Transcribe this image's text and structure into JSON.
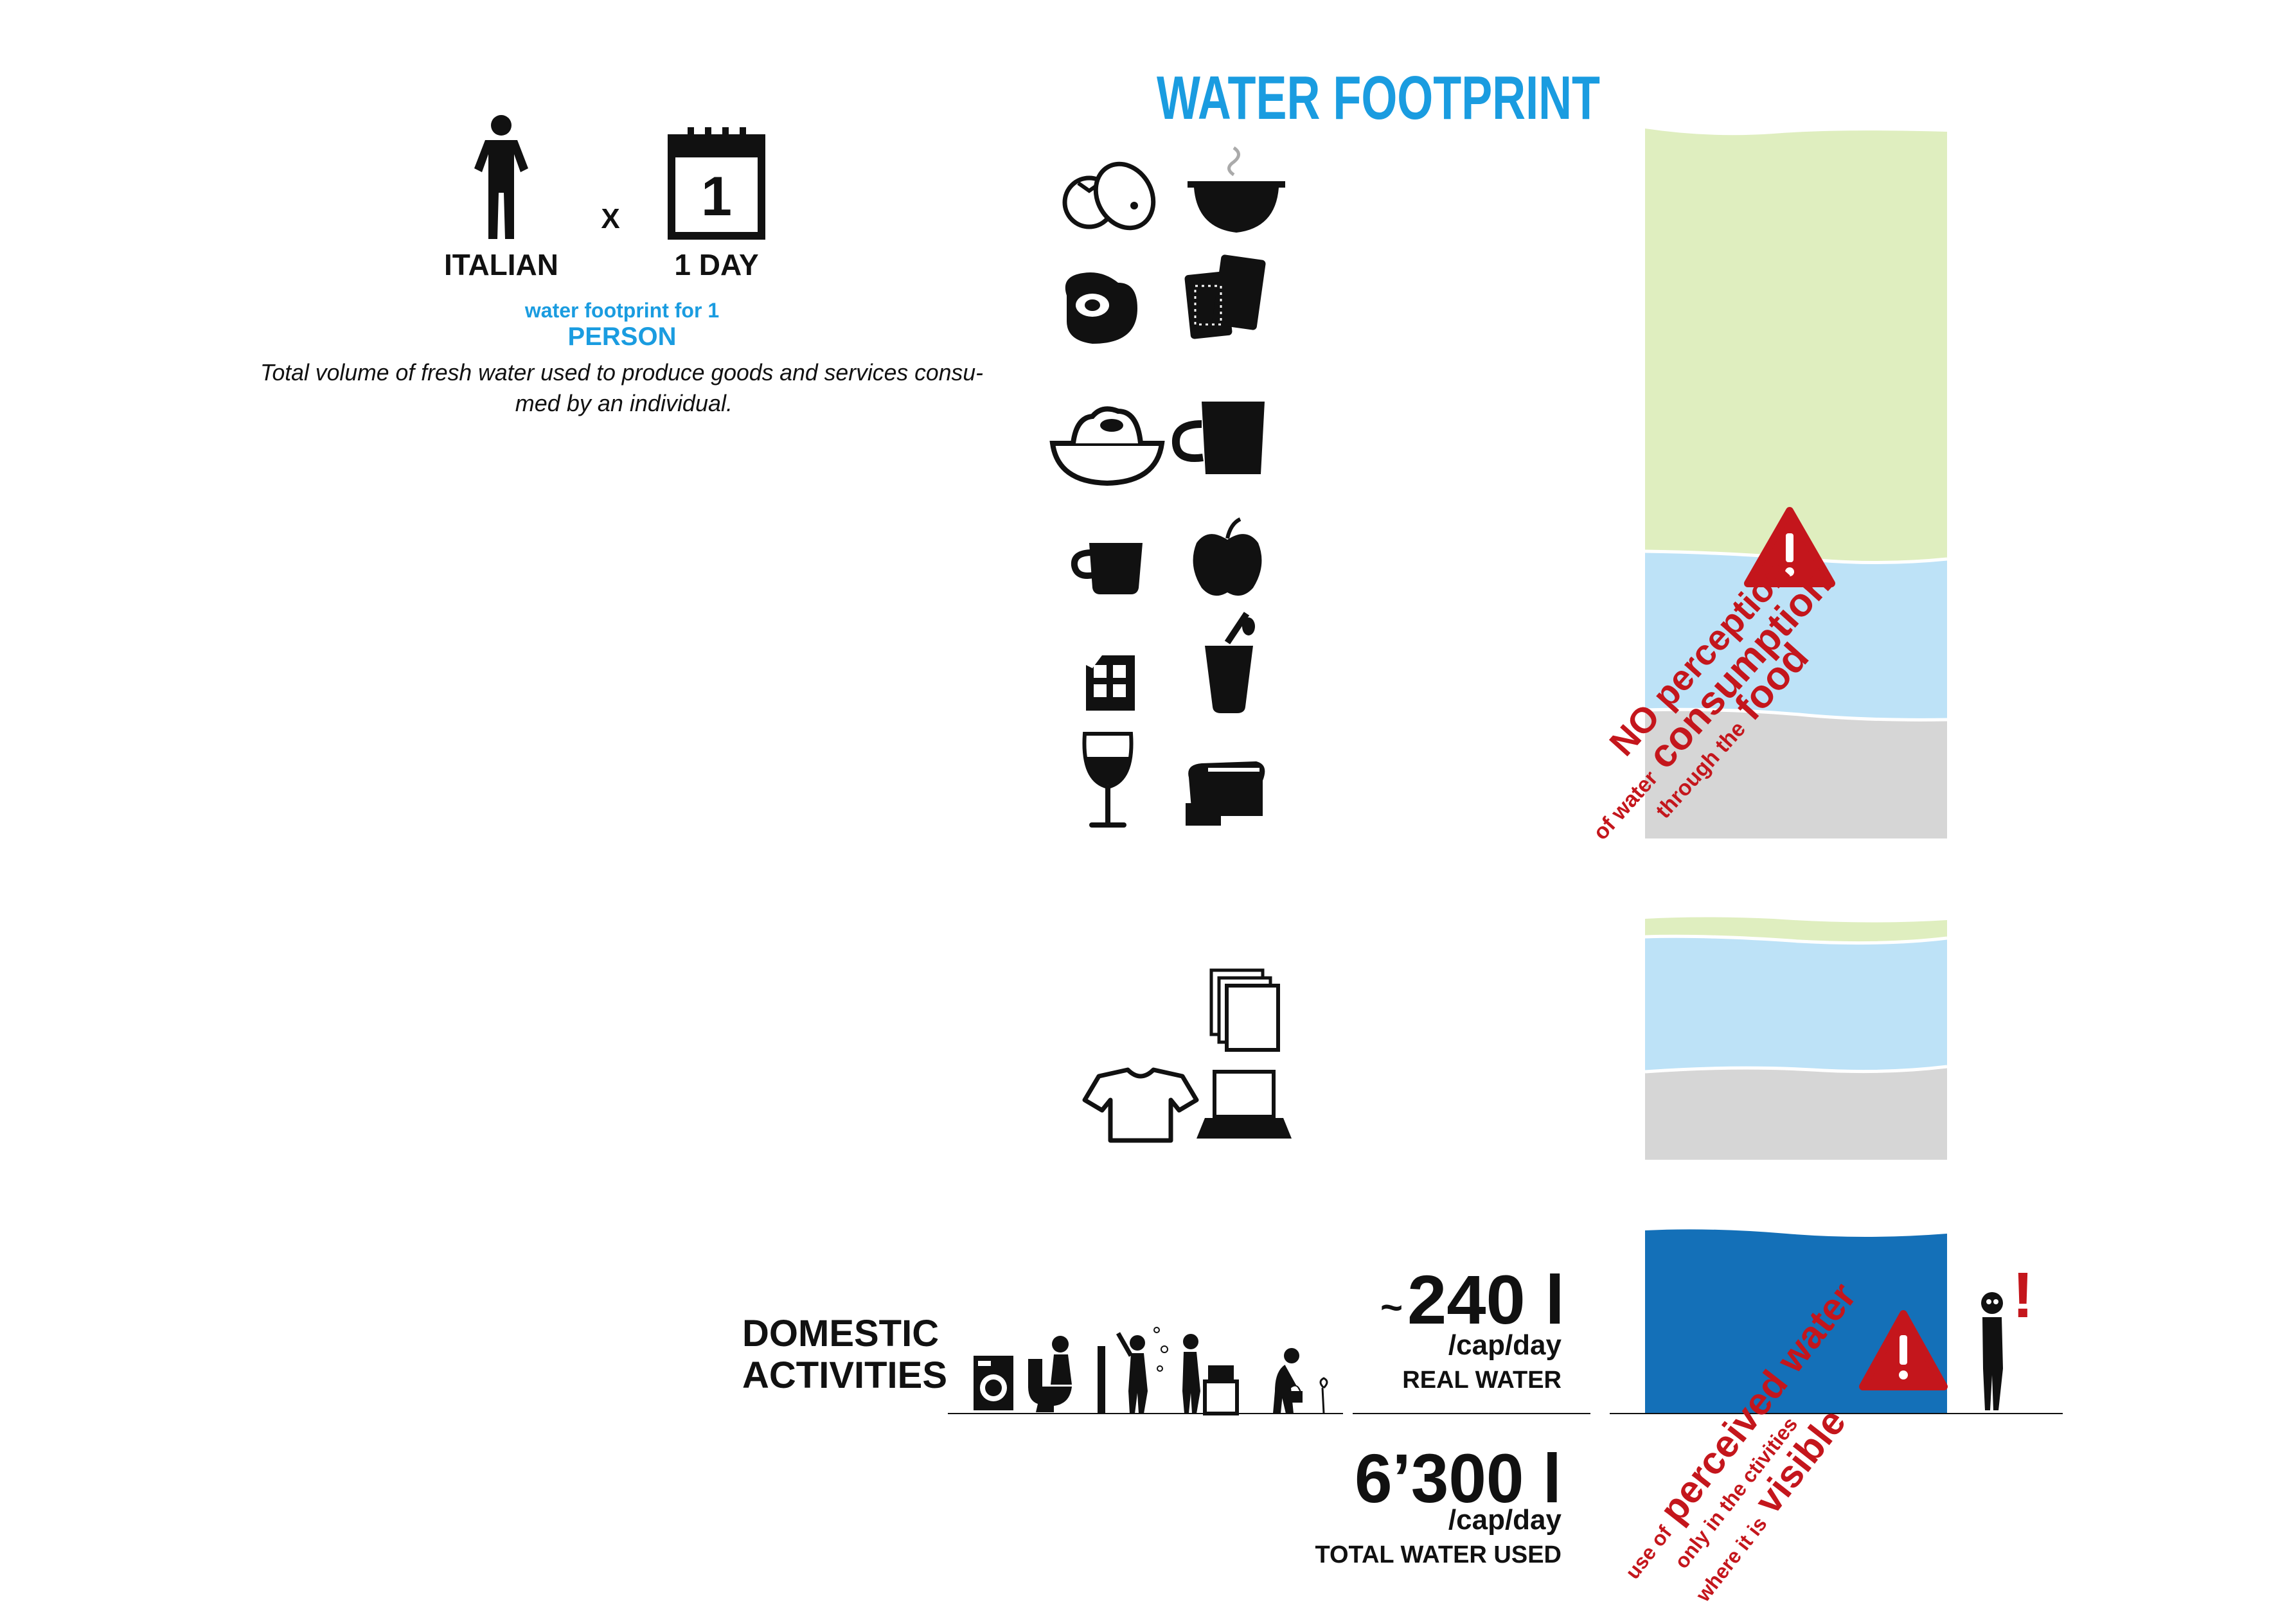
{
  "title": "WATER FOOTPRINT",
  "intro": {
    "person_label": "ITALIAN",
    "times_sign": "X",
    "calendar_number": "1",
    "day_label": "1 DAY",
    "footprint_for": "water footprint for 1",
    "person_word": "PERSON",
    "definition_line1": "Total volume of fresh water used to produce goods and services consu-",
    "definition_line2": "med by an individual."
  },
  "food_icons": [
    "tomato-potato-icon",
    "soup-bowl-icon",
    "steak-icon",
    "crackers-icon",
    "pasta-bowl-icon",
    "mug-icon",
    "coffee-cup-icon",
    "apple-icon",
    "chocolate-icon",
    "yogurt-icon",
    "wine-glass-icon",
    "bread-icon"
  ],
  "goods_icons": [
    "paper-stack-icon",
    "t-shirt-icon",
    "laptop-icon"
  ],
  "domestic": {
    "label_line1": "DOMESTIC",
    "label_line2": "ACTIVITIES",
    "icons": [
      "washing-machine-icon",
      "toilet-icon",
      "shower-icon",
      "cooking-icon",
      "watering-icon"
    ]
  },
  "stats": {
    "real_tilde": "~",
    "real_value": "240 l",
    "real_unit": "/cap/day",
    "real_label": "REAL WATER",
    "total_value": "6’300 l",
    "total_unit": "/cap/day",
    "total_label": "TOTAL WATER USED"
  },
  "warnings": {
    "food_line1": "NO perception",
    "food_line2_small": "of water",
    "food_line2_big": "consumption",
    "food_line3_small": "through the",
    "food_line3_big": "food",
    "domestic_line1_small": "use of",
    "domestic_line1_big": "perceived water",
    "domestic_line2": "only in the ctivities",
    "domestic_line3_small": "where it is",
    "domestic_line3_big": "visible",
    "exclaim": "!"
  },
  "colors": {
    "green_water": "#dfeebf",
    "blue_water": "#bde2f7",
    "grey_water": "#d6d6d6",
    "real_water": "#1470b8",
    "title_blue": "#1a9ce0",
    "warning_red": "#c4161c",
    "ink": "#111111"
  }
}
